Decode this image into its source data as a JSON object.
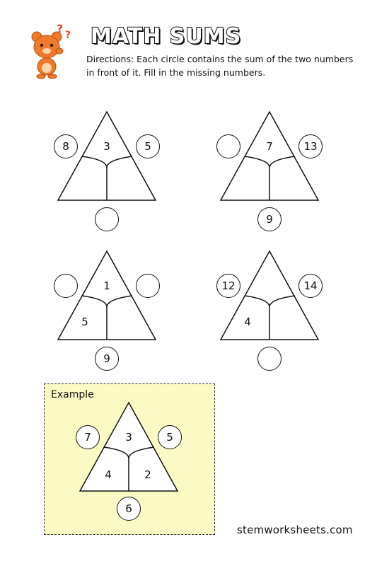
{
  "header": {
    "title": "MATH SUMS",
    "directions": "Directions: Each circle contains the sum of the two numbers in front of it. Fill in the missing numbers."
  },
  "puzzles": [
    {
      "top": "3",
      "left": "",
      "right": "",
      "circle_left": "8",
      "circle_right": "5",
      "circle_bottom": ""
    },
    {
      "top": "7",
      "left": "",
      "right": "",
      "circle_left": "",
      "circle_right": "13",
      "circle_bottom": "9"
    },
    {
      "top": "1",
      "left": "5",
      "right": "",
      "circle_left": "",
      "circle_right": "",
      "circle_bottom": "9"
    },
    {
      "top": "",
      "left": "4",
      "right": "",
      "circle_left": "12",
      "circle_right": "14",
      "circle_bottom": ""
    }
  ],
  "example": {
    "label": "Example",
    "top": "3",
    "left": "4",
    "right": "2",
    "circle_left": "7",
    "circle_right": "5",
    "circle_bottom": "6"
  },
  "footer": {
    "website": "stemworksheets.com"
  },
  "colors": {
    "example_bg": "#fbfac4",
    "mascot": "#f07a2a"
  }
}
